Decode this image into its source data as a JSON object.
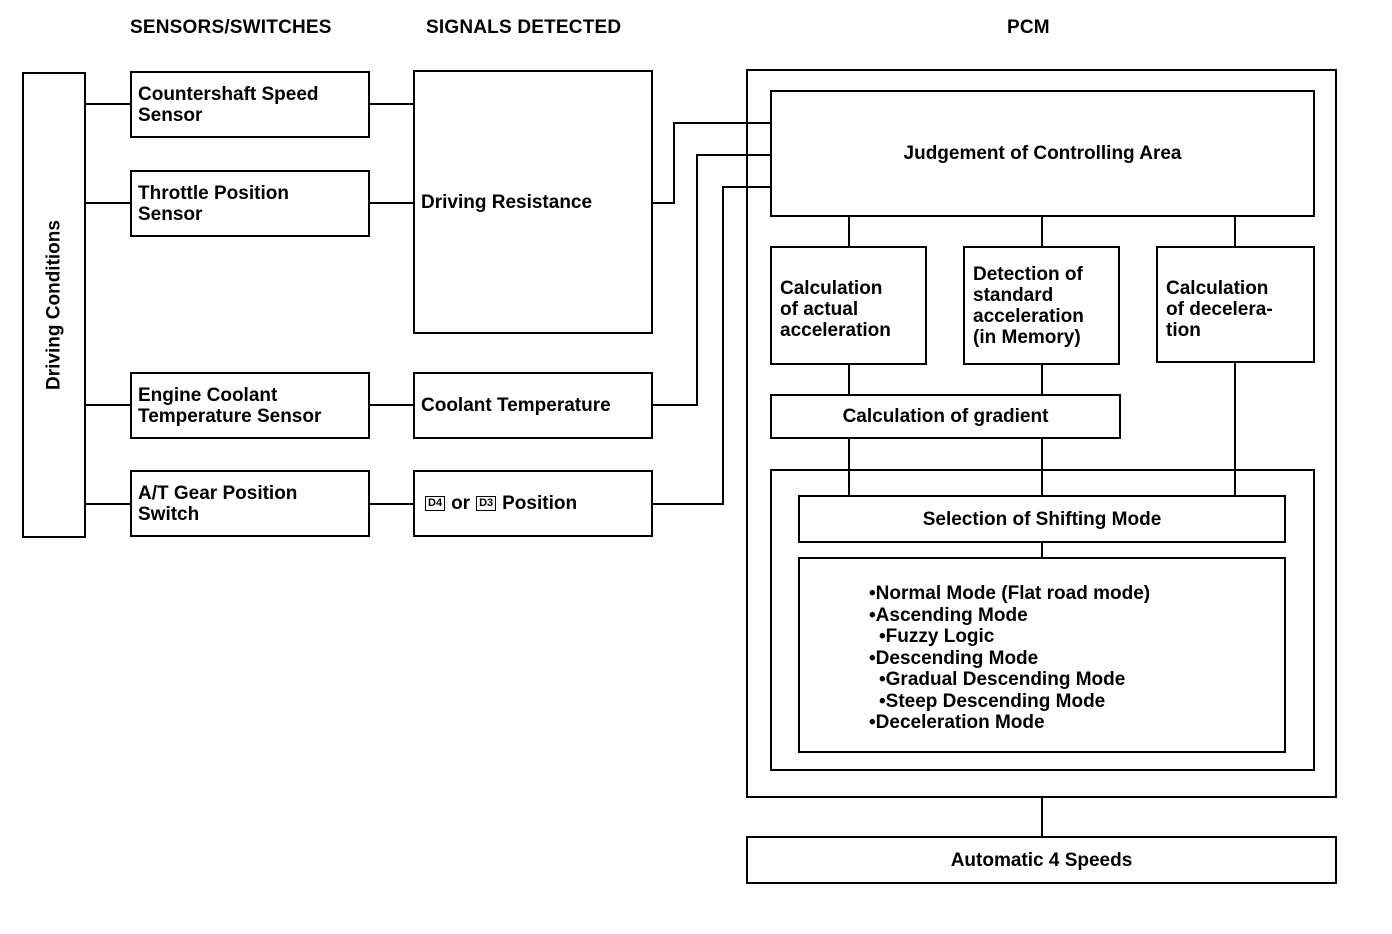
{
  "headers": {
    "sensors": "SENSORS/SWITCHES",
    "signals": "SIGNALS DETECTED",
    "pcm": "PCM"
  },
  "driving_conditions": "Driving Conditions",
  "sensors": {
    "countershaft": [
      "Countershaft Speed",
      "Sensor"
    ],
    "throttle": [
      "Throttle Position",
      "Sensor"
    ],
    "coolant": [
      "Engine Coolant",
      "Temperature Sensor"
    ],
    "gear": [
      "A/T Gear Position",
      "Switch"
    ]
  },
  "signals": {
    "driving_resistance": "Driving Resistance",
    "coolant_temp": "Coolant Temperature",
    "d4": "D4",
    "or": "or",
    "d3": "D3",
    "position": "Position"
  },
  "pcm": {
    "judgement": "Judgement of Controlling Area",
    "actual_accel": [
      "Calculation",
      "of actual",
      "acceleration"
    ],
    "standard_accel": [
      "Detection of",
      "standard",
      "acceleration",
      "(in Memory)"
    ],
    "decel": [
      "Calculation",
      "of decelera-",
      "tion"
    ],
    "gradient": "Calculation of gradient",
    "selection": "Selection of Shifting Mode",
    "modes": [
      "•Normal Mode (Flat road mode)",
      "•Ascending Mode",
      " •Fuzzy Logic",
      "•Descending Mode",
      " •Gradual Descending Mode",
      " •Steep Descending Mode",
      "•Deceleration Mode"
    ]
  },
  "output": "Automatic 4 Speeds"
}
